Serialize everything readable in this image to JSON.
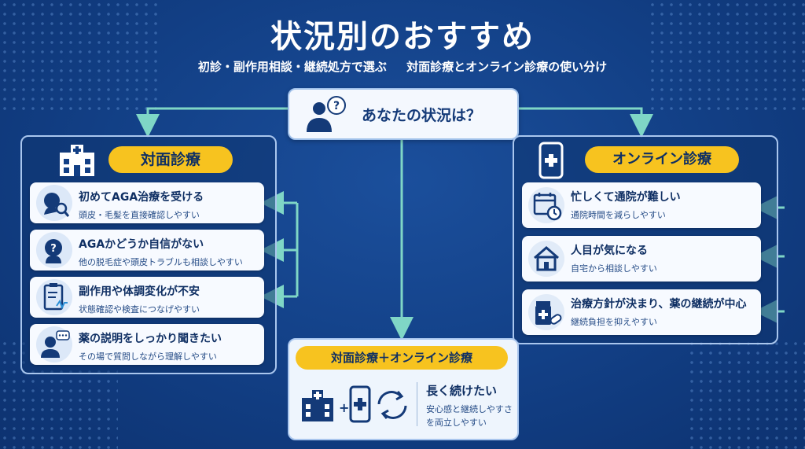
{
  "header": {
    "title": "状況別のおすすめ",
    "subtitle_left": "初診・副作用相談・継続処方で選ぶ",
    "subtitle_right": "対面診療とオンライン診療の使い分け"
  },
  "center": {
    "question": "あなたの状況は？"
  },
  "left_panel": {
    "badge": "対面診療",
    "items": [
      {
        "title": "初めてAGA治療を受ける",
        "sub": "頭皮・毛髪を直接確認しやすい",
        "icon": "head-magnifier-icon"
      },
      {
        "title": "AGAかどうか自信がない",
        "sub": "他の脱毛症や頭皮トラブルも相談しやすい",
        "icon": "question-head-icon"
      },
      {
        "title": "副作用や体調変化が不安",
        "sub": "状態確認や検査につなげやすい",
        "icon": "clipboard-heart-icon"
      },
      {
        "title": "薬の説明をしっかり聞きたい",
        "sub": "その場で質問しながら理解しやすい",
        "icon": "doctor-speech-icon"
      }
    ]
  },
  "right_panel": {
    "badge": "オンライン診療",
    "items": [
      {
        "title": "忙しくて通院が難しい",
        "sub": "通院時間を減らしやすい",
        "icon": "calendar-clock-icon"
      },
      {
        "title": "人目が気になる",
        "sub": "自宅から相談しやすい",
        "icon": "house-icon"
      },
      {
        "title": "治療方針が決まり、薬の継続が中心",
        "sub": "継続負担を抑えやすい",
        "icon": "medicine-bottle-icon"
      }
    ]
  },
  "bottom_panel": {
    "badge": "対面診療＋オンライン診療",
    "title": "長く続けたい",
    "sub": "安心感と継続しやすさを両立しやすい",
    "plus": "+"
  },
  "colors": {
    "background": "#123f85",
    "accent_yellow": "#f7c31f",
    "connector": "#7fd6c6",
    "card": "#f7faff",
    "text_dark": "#0f2f63"
  }
}
